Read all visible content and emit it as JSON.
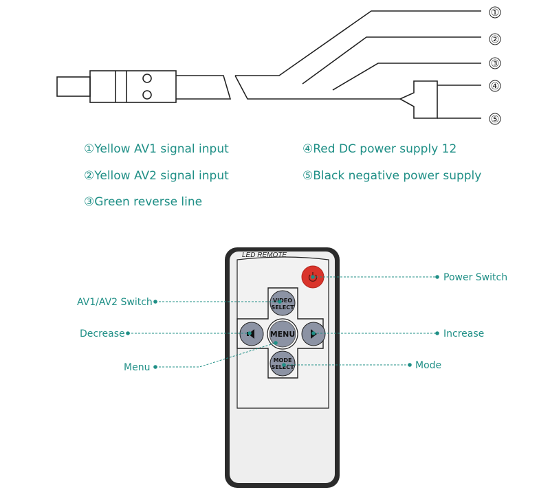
{
  "cable": {
    "terminals": [
      "①",
      "②",
      "③",
      "④",
      "⑤"
    ]
  },
  "legend": {
    "left": [
      "①Yellow AV1 signal input",
      "②Yellow AV2 signal input",
      "③Green reverse line"
    ],
    "right": [
      "④Red DC power supply 12",
      "⑤Black negative power supply"
    ]
  },
  "remote": {
    "title": "LED REMOTE",
    "buttons": {
      "video": [
        "VIDEO",
        "SELECT"
      ],
      "menu": "MENU",
      "mode": [
        "MODE",
        "SELECT"
      ]
    },
    "callouts": {
      "power": "Power Switch",
      "av_switch": "AV1/AV2 Switch",
      "decrease": "Decrease",
      "increase": "Increase",
      "menu": "Menu",
      "mode": "Mode"
    }
  },
  "colors": {
    "accent": "#1f8f86",
    "power_button": "#d9342b",
    "line": "#222222"
  }
}
